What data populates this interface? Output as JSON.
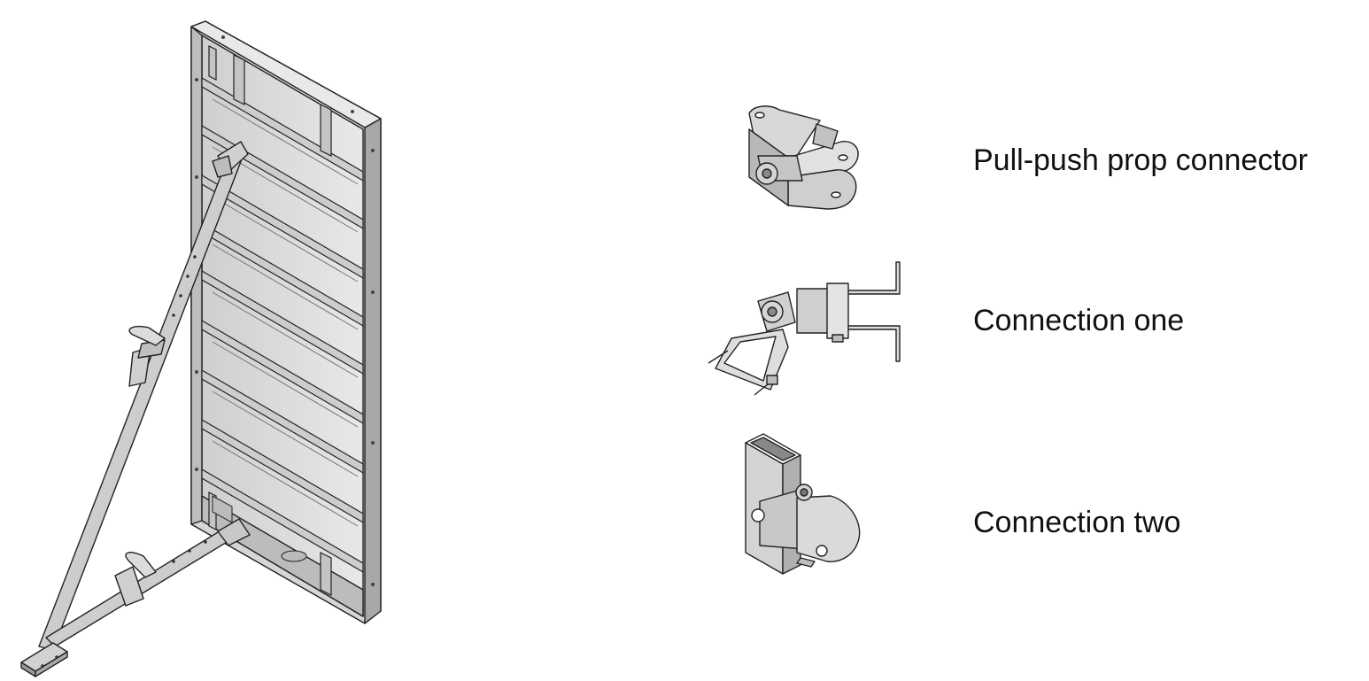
{
  "labels": {
    "connector": "Pull-push prop connector",
    "connection_one": "Connection one",
    "connection_two": "Connection two"
  },
  "colors": {
    "line": "#222222",
    "metal_light": "#e4e4e4",
    "metal_mid": "#c8c8c8",
    "metal_dark": "#9a9a9a",
    "background": "#ffffff"
  },
  "icons": [
    "formwork-panel-icon",
    "push-pull-prop-icon",
    "pull-push-prop-connector-icon",
    "connection-one-icon",
    "connection-two-icon"
  ]
}
